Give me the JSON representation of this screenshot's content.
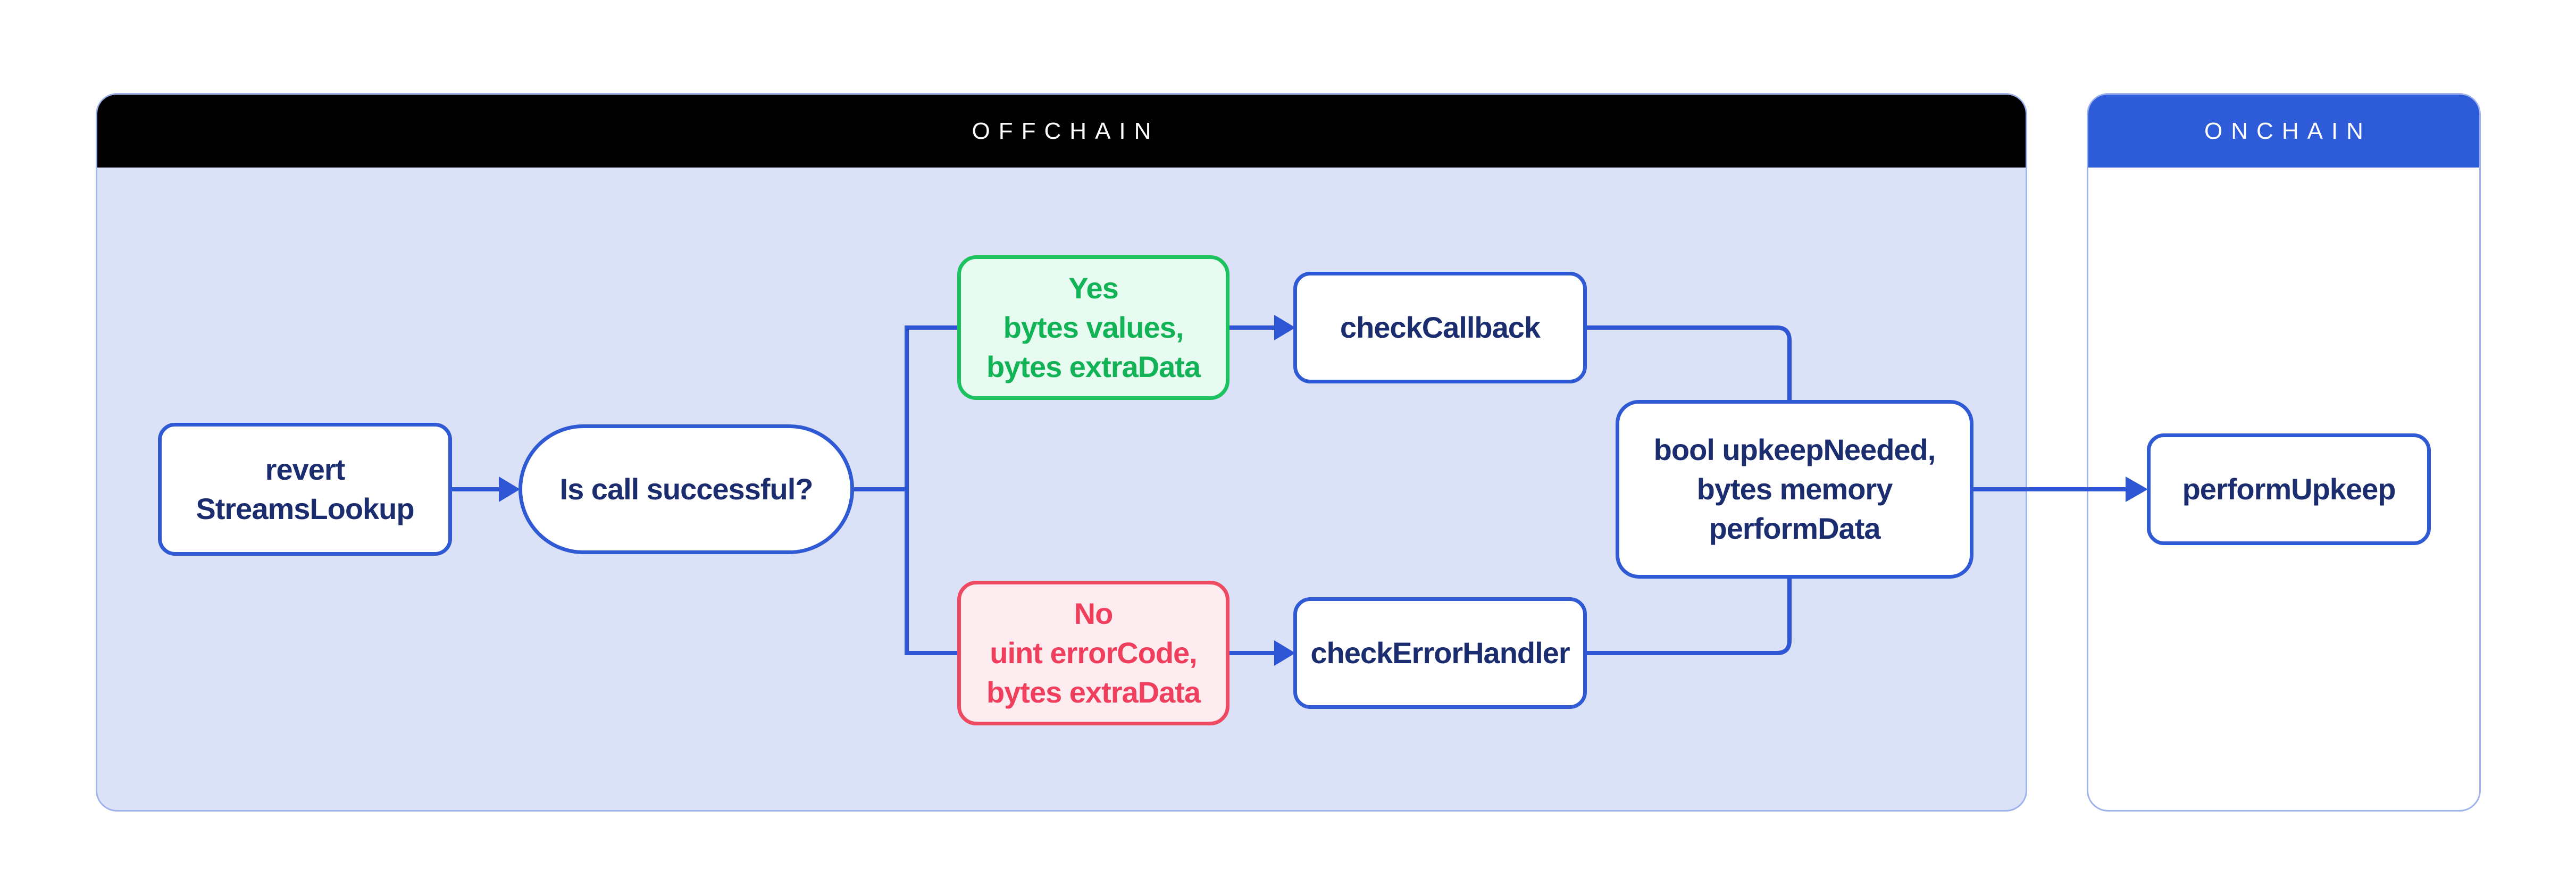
{
  "theme": {
    "edge": "#2e56d4",
    "node-border": "#2f5ad4",
    "navy": "#1b2d6e",
    "lavender": "#dbe2f8",
    "container-border": "#9fb2ec",
    "green-border": "#1bc25e",
    "green-text": "#12b356",
    "green-fill": "#e7fbf0",
    "red-border": "#f04a62",
    "red-text": "#f03e5d",
    "red-fill": "#fdedf0",
    "onchain-blue": "#2e5bd8",
    "offchain-black": "#000000"
  },
  "containers": {
    "offchain": {
      "label": "OFFCHAIN"
    },
    "onchain": {
      "label": "ONCHAIN"
    }
  },
  "nodes": {
    "revert": {
      "lines": [
        "revert",
        "StreamsLookup"
      ]
    },
    "decision": {
      "lines": [
        "Is call successful?"
      ]
    },
    "yes_branch": {
      "lines": [
        "Yes",
        "bytes values,",
        "bytes extraData"
      ]
    },
    "no_branch": {
      "lines": [
        "No",
        "uint errorCode,",
        "bytes extraData"
      ]
    },
    "check_callback": {
      "lines": [
        "checkCallback"
      ]
    },
    "check_error_handler": {
      "lines": [
        "checkErrorHandler"
      ]
    },
    "merge_output": {
      "lines": [
        "bool upkeepNeeded,",
        "bytes memory",
        "performData"
      ]
    },
    "perform_upkeep": {
      "lines": [
        "performUpkeep"
      ]
    }
  }
}
